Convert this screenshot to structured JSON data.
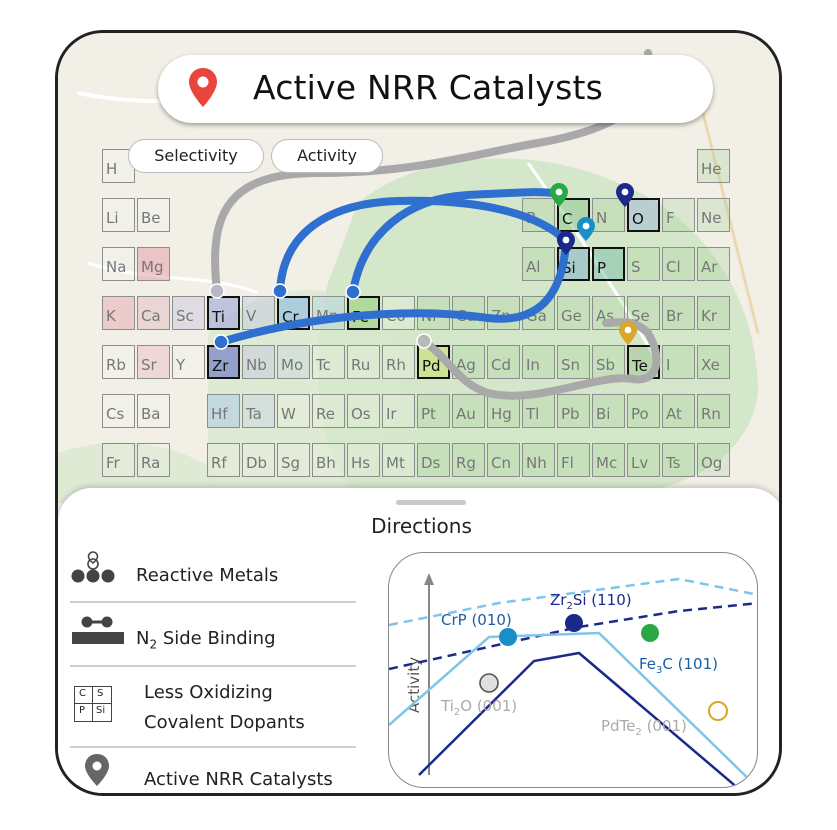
{
  "header": {
    "title": "Active NRR Catalysts"
  },
  "chips": [
    {
      "label": "Selectivity"
    },
    {
      "label": "Activity"
    }
  ],
  "periodic_table": {
    "elements": [
      {
        "sym": "H",
        "row": 1,
        "col": 1
      },
      {
        "sym": "He",
        "row": 1,
        "col": 18
      },
      {
        "sym": "Li",
        "row": 2,
        "col": 1
      },
      {
        "sym": "Be",
        "row": 2,
        "col": 2
      },
      {
        "sym": "B",
        "row": 2,
        "col": 13
      },
      {
        "sym": "C",
        "row": 2,
        "col": 14,
        "hl": true
      },
      {
        "sym": "N",
        "row": 2,
        "col": 15
      },
      {
        "sym": "O",
        "row": 2,
        "col": 16,
        "hl": true
      },
      {
        "sym": "F",
        "row": 2,
        "col": 17
      },
      {
        "sym": "Ne",
        "row": 2,
        "col": 18
      },
      {
        "sym": "Na",
        "row": 3,
        "col": 1
      },
      {
        "sym": "Mg",
        "row": 3,
        "col": 2
      },
      {
        "sym": "Al",
        "row": 3,
        "col": 13
      },
      {
        "sym": "Si",
        "row": 3,
        "col": 14,
        "hl": true
      },
      {
        "sym": "P",
        "row": 3,
        "col": 15,
        "hl": true
      },
      {
        "sym": "S",
        "row": 3,
        "col": 16
      },
      {
        "sym": "Cl",
        "row": 3,
        "col": 17
      },
      {
        "sym": "Ar",
        "row": 3,
        "col": 18
      },
      {
        "sym": "K",
        "row": 4,
        "col": 1
      },
      {
        "sym": "Ca",
        "row": 4,
        "col": 2
      },
      {
        "sym": "Sc",
        "row": 4,
        "col": 3
      },
      {
        "sym": "Ti",
        "row": 4,
        "col": 4,
        "hl": true
      },
      {
        "sym": "V",
        "row": 4,
        "col": 5
      },
      {
        "sym": "Cr",
        "row": 4,
        "col": 6,
        "hl": true
      },
      {
        "sym": "Mn",
        "row": 4,
        "col": 7
      },
      {
        "sym": "Fe",
        "row": 4,
        "col": 8,
        "hl": true
      },
      {
        "sym": "Co",
        "row": 4,
        "col": 9
      },
      {
        "sym": "Ni",
        "row": 4,
        "col": 10
      },
      {
        "sym": "Cu",
        "row": 4,
        "col": 11
      },
      {
        "sym": "Zn",
        "row": 4,
        "col": 12
      },
      {
        "sym": "Ga",
        "row": 4,
        "col": 13
      },
      {
        "sym": "Ge",
        "row": 4,
        "col": 14
      },
      {
        "sym": "As",
        "row": 4,
        "col": 15
      },
      {
        "sym": "Se",
        "row": 4,
        "col": 16
      },
      {
        "sym": "Br",
        "row": 4,
        "col": 17
      },
      {
        "sym": "Kr",
        "row": 4,
        "col": 18
      },
      {
        "sym": "Rb",
        "row": 5,
        "col": 1
      },
      {
        "sym": "Sr",
        "row": 5,
        "col": 2
      },
      {
        "sym": "Y",
        "row": 5,
        "col": 3
      },
      {
        "sym": "Zr",
        "row": 5,
        "col": 4,
        "hl": true
      },
      {
        "sym": "Nb",
        "row": 5,
        "col": 5
      },
      {
        "sym": "Mo",
        "row": 5,
        "col": 6
      },
      {
        "sym": "Tc",
        "row": 5,
        "col": 7
      },
      {
        "sym": "Ru",
        "row": 5,
        "col": 8
      },
      {
        "sym": "Rh",
        "row": 5,
        "col": 9
      },
      {
        "sym": "Pd",
        "row": 5,
        "col": 10,
        "hl": true
      },
      {
        "sym": "Ag",
        "row": 5,
        "col": 11
      },
      {
        "sym": "Cd",
        "row": 5,
        "col": 12
      },
      {
        "sym": "In",
        "row": 5,
        "col": 13
      },
      {
        "sym": "Sn",
        "row": 5,
        "col": 14
      },
      {
        "sym": "Sb",
        "row": 5,
        "col": 15
      },
      {
        "sym": "Te",
        "row": 5,
        "col": 16,
        "hl": true
      },
      {
        "sym": "I",
        "row": 5,
        "col": 17
      },
      {
        "sym": "Xe",
        "row": 5,
        "col": 18
      },
      {
        "sym": "Cs",
        "row": 6,
        "col": 1
      },
      {
        "sym": "Ba",
        "row": 6,
        "col": 2
      },
      {
        "sym": "Hf",
        "row": 6,
        "col": 4
      },
      {
        "sym": "Ta",
        "row": 6,
        "col": 5
      },
      {
        "sym": "W",
        "row": 6,
        "col": 6
      },
      {
        "sym": "Re",
        "row": 6,
        "col": 7
      },
      {
        "sym": "Os",
        "row": 6,
        "col": 8
      },
      {
        "sym": "Ir",
        "row": 6,
        "col": 9
      },
      {
        "sym": "Pt",
        "row": 6,
        "col": 10
      },
      {
        "sym": "Au",
        "row": 6,
        "col": 11
      },
      {
        "sym": "Hg",
        "row": 6,
        "col": 12
      },
      {
        "sym": "Tl",
        "row": 6,
        "col": 13
      },
      {
        "sym": "Pb",
        "row": 6,
        "col": 14
      },
      {
        "sym": "Bi",
        "row": 6,
        "col": 15
      },
      {
        "sym": "Po",
        "row": 6,
        "col": 16
      },
      {
        "sym": "At",
        "row": 6,
        "col": 17
      },
      {
        "sym": "Rn",
        "row": 6,
        "col": 18
      },
      {
        "sym": "Fr",
        "row": 7,
        "col": 1
      },
      {
        "sym": "Ra",
        "row": 7,
        "col": 2
      },
      {
        "sym": "Rf",
        "row": 7,
        "col": 4
      },
      {
        "sym": "Db",
        "row": 7,
        "col": 5
      },
      {
        "sym": "Sg",
        "row": 7,
        "col": 6
      },
      {
        "sym": "Bh",
        "row": 7,
        "col": 7
      },
      {
        "sym": "Hs",
        "row": 7,
        "col": 8
      },
      {
        "sym": "Mt",
        "row": 7,
        "col": 9
      },
      {
        "sym": "Ds",
        "row": 7,
        "col": 10
      },
      {
        "sym": "Rg",
        "row": 7,
        "col": 11
      },
      {
        "sym": "Cn",
        "row": 7,
        "col": 12
      },
      {
        "sym": "Nh",
        "row": 7,
        "col": 13
      },
      {
        "sym": "Fl",
        "row": 7,
        "col": 14
      },
      {
        "sym": "Mc",
        "row": 7,
        "col": 15
      },
      {
        "sym": "Lv",
        "row": 7,
        "col": 16
      },
      {
        "sym": "Ts",
        "row": 7,
        "col": 17
      },
      {
        "sym": "Og",
        "row": 7,
        "col": 18
      }
    ]
  },
  "panel": {
    "heading": "Directions",
    "legend": {
      "reactive_metals": "Reactive Metals",
      "side_binding_prefix": "N",
      "side_binding_sub": "2",
      "side_binding_suffix": " Side Binding",
      "dopants_line1": "Less Oxidizing",
      "dopants_line2": "Covalent Dopants",
      "dopant_grid": [
        "C",
        "S",
        "P",
        "Si"
      ],
      "active_catalysts": "Active NRR Catalysts"
    }
  },
  "chart_data": {
    "type": "diagram",
    "ylabel": "Activity",
    "points": [
      {
        "label_main": "CrP (010)",
        "color": "#1a8fc7",
        "outline": false
      },
      {
        "label_main": "Zr",
        "label_sub": "2",
        "label_rest": "Si (110)",
        "color": "#1b2a8a",
        "outline": false
      },
      {
        "label_main": "Fe",
        "label_sub": "3",
        "label_rest": "C (101)",
        "color": "#2aa846",
        "outline": false
      },
      {
        "label_main": "Ti",
        "label_sub": "2",
        "label_rest": "O (001)",
        "color": "#e0e0e0",
        "outline": true,
        "outline_color": "#555555"
      },
      {
        "label_main": "PdTe",
        "label_sub": "2",
        "label_rest": " (001)",
        "color": "#ffffff",
        "outline": true,
        "outline_color": "#d9a52a"
      }
    ]
  },
  "colors": {
    "route_blue": "#2f6fd0",
    "route_gray": "#a9a9a9",
    "pin_red": "#e8453c",
    "pin_green": "#2aa846",
    "pin_navy": "#1b2a8a",
    "pin_teal": "#1a8fc7",
    "pin_gold": "#d9a52a"
  }
}
